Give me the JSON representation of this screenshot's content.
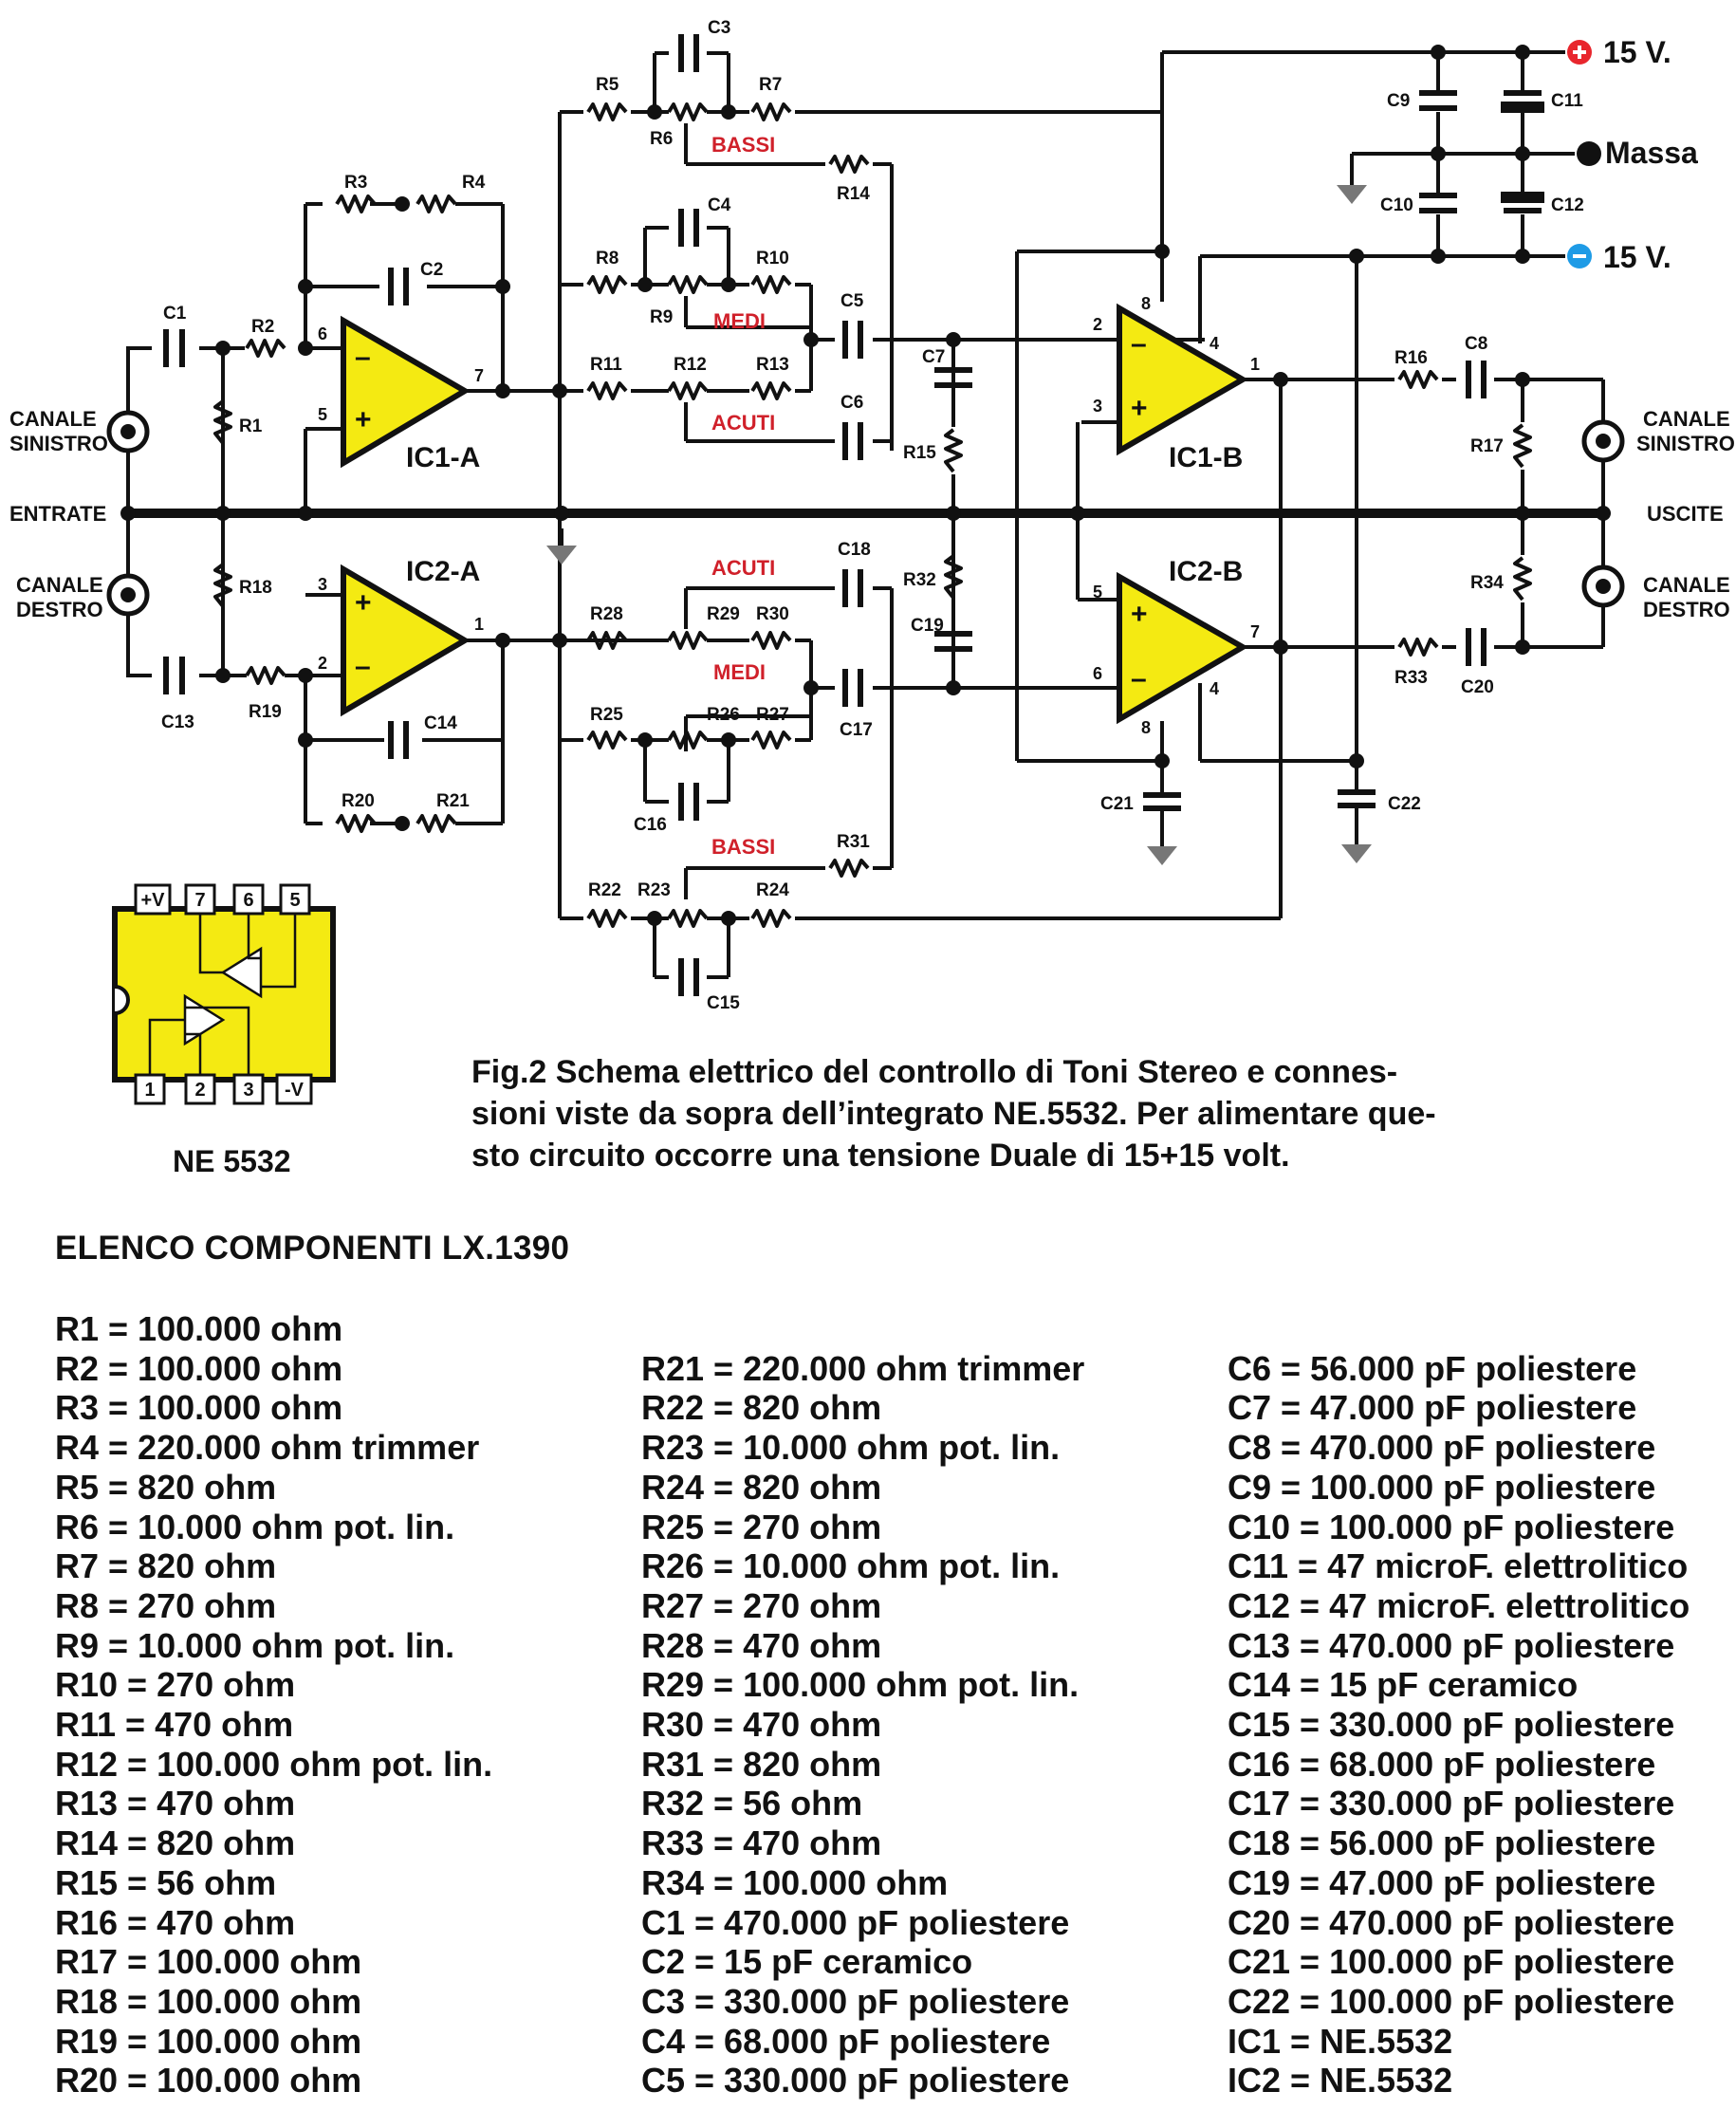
{
  "schematic": {
    "section_labels": {
      "inputs": "ENTRATE",
      "outputs": "USCITE",
      "left_ch_in": [
        "CANALE",
        "SINISTRO"
      ],
      "right_ch_in": [
        "CANALE",
        "DESTRO"
      ],
      "left_ch_out": [
        "CANALE",
        "SINISTRO"
      ],
      "right_ch_out": [
        "CANALE",
        "DESTRO"
      ]
    },
    "power": {
      "positive": "15 V.",
      "ground": "Massa",
      "negative": "15 V."
    },
    "controls": {
      "bass": "BASSI",
      "mid": "MEDI",
      "treble": "ACUTI"
    },
    "ics": {
      "ic1a": "IC1-A",
      "ic1b": "IC1-B",
      "ic2a": "IC2-A",
      "ic2b": "IC2-B"
    },
    "pins": {
      "ic1a": [
        "6",
        "5",
        "7"
      ],
      "ic2a": [
        "3",
        "2",
        "1"
      ],
      "ic1b": [
        "2",
        "3",
        "1",
        "8",
        "4"
      ],
      "ic2b": [
        "5",
        "6",
        "7",
        "8",
        "4"
      ]
    },
    "component_labels": {
      "R1": "R1",
      "R2": "R2",
      "R3": "R3",
      "R4": "R4",
      "R5": "R5",
      "R6": "R6",
      "R7": "R7",
      "R8": "R8",
      "R9": "R9",
      "R10": "R10",
      "R11": "R11",
      "R12": "R12",
      "R13": "R13",
      "R14": "R14",
      "R15": "R15",
      "R16": "R16",
      "R17": "R17",
      "R18": "R18",
      "R19": "R19",
      "R20": "R20",
      "R21": "R21",
      "R22": "R22",
      "R23": "R23",
      "R24": "R24",
      "R25": "R25",
      "R26": "R26",
      "R27": "R27",
      "R28": "R28",
      "R29": "R29",
      "R30": "R30",
      "R31": "R31",
      "R32": "R32",
      "R33": "R33",
      "R34": "R34",
      "C1": "C1",
      "C2": "C2",
      "C3": "C3",
      "C4": "C4",
      "C5": "C5",
      "C6": "C6",
      "C7": "C7",
      "C8": "C8",
      "C9": "C9",
      "C10": "C10",
      "C11": "C11",
      "C12": "C12",
      "C13": "C13",
      "C14": "C14",
      "C15": "C15",
      "C16": "C16",
      "C17": "C17",
      "C18": "C18",
      "C19": "C19",
      "C20": "C20",
      "C21": "C21",
      "C22": "C22"
    },
    "polarity": {
      "plus": "+",
      "minus": "–"
    }
  },
  "ic_pinout": {
    "title": "NE 5532",
    "top_pins": [
      "+V",
      "7",
      "6",
      "5"
    ],
    "bottom_pins": [
      "1",
      "2",
      "3",
      "-V"
    ]
  },
  "caption": [
    "Fig.2 Schema elettrico del controllo di Toni Stereo e connes-",
    "sioni viste da sopra dell’integrato NE.5532. Per alimentare que-",
    "sto circuito occorre una tensione Duale di 15+15 volt."
  ],
  "parts_list": {
    "title": "ELENCO COMPONENTI LX.1390",
    "column1": [
      "R1 = 100.000 ohm",
      "R2 = 100.000 ohm",
      "R3 = 100.000 ohm",
      "R4 = 220.000 ohm trimmer",
      "R5 = 820 ohm",
      "R6 = 10.000 ohm pot. lin.",
      "R7 = 820 ohm",
      "R8 = 270 ohm",
      "R9 = 10.000 ohm pot. lin.",
      "R10 = 270 ohm",
      "R11 = 470 ohm",
      "R12 = 100.000 ohm pot. lin.",
      "R13 = 470 ohm",
      "R14 = 820 ohm",
      "R15 = 56 ohm",
      "R16 = 470 ohm",
      "R17 = 100.000 ohm",
      "R18 = 100.000 ohm",
      "R19 = 100.000 ohm",
      "R20 = 100.000 ohm"
    ],
    "column2": [
      "R21 = 220.000 ohm trimmer",
      "R22 = 820 ohm",
      "R23 = 10.000 ohm pot. lin.",
      "R24 = 820 ohm",
      "R25 = 270 ohm",
      "R26 = 10.000 ohm pot. lin.",
      "R27 = 270 ohm",
      "R28 = 470 ohm",
      "R29 = 100.000 ohm pot. lin.",
      "R30 = 470 ohm",
      "R31 = 820 ohm",
      "R32 = 56 ohm",
      "R33 = 470 ohm",
      "R34 = 100.000 ohm",
      "C1 = 470.000 pF poliestere",
      "C2 = 15 pF ceramico",
      "C3 = 330.000 pF poliestere",
      "C4 = 68.000 pF poliestere",
      "C5 = 330.000 pF poliestere"
    ],
    "column3": [
      "C6 = 56.000 pF poliestere",
      "C7 = 47.000 pF poliestere",
      "C8 = 470.000 pF poliestere",
      "C9 = 100.000 pF poliestere",
      "C10 = 100.000 pF poliestere",
      "C11 = 47 microF. elettrolitico",
      "C12 = 47 microF. elettrolitico",
      "C13 = 470.000 pF poliestere",
      "C14 = 15 pF ceramico",
      "C15 = 330.000 pF poliestere",
      "C16 = 68.000 pF poliestere",
      "C17 = 330.000 pF poliestere",
      "C18 = 56.000 pF poliestere",
      "C19 = 47.000 pF poliestere",
      "C20 = 470.000 pF poliestere",
      "C21 = 100.000 pF poliestere",
      "C22 = 100.000 pF poliestere",
      "IC1 = NE.5532",
      "IC2 = NE.5532"
    ]
  },
  "colors": {
    "opamp_fill": "#f4ea12",
    "accent_red": "#d0202a",
    "supply_blue": "#1e9be6",
    "ic_body": "#f4ea12"
  }
}
